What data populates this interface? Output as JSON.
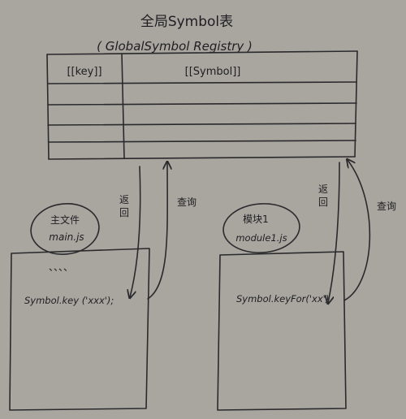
{
  "title": "全局Symbol表",
  "subtitle": "( GlobalSymbol Registry )",
  "table": {
    "col_key": "[[key]]",
    "col_symbol": "[[Symbol]]"
  },
  "main_file": {
    "label_line1": "主文件",
    "label_line2": "main.js",
    "dots": "、、、、",
    "code": "Symbol.key ('xxx');"
  },
  "module_file": {
    "label_line1": "模块1",
    "label_line2": "module1.js",
    "code": "Symbol.keyFor('xx')"
  },
  "arrows": {
    "left_return": [
      "返",
      "回"
    ],
    "left_query": "查询",
    "right_return": [
      "返",
      "回"
    ],
    "right_query": "查询"
  }
}
